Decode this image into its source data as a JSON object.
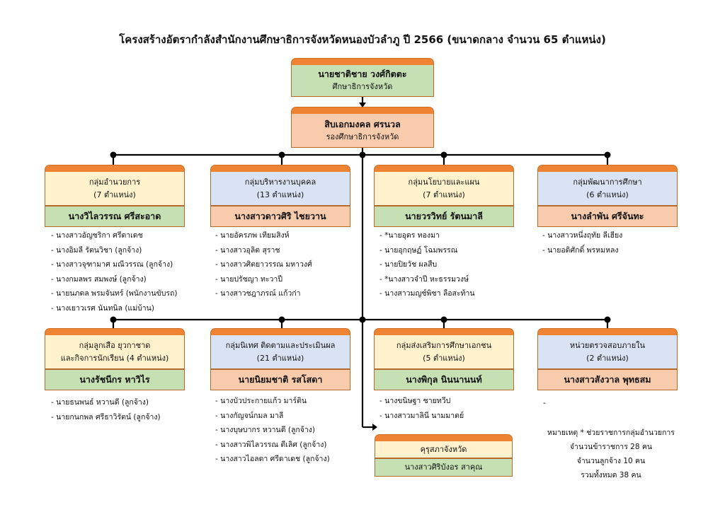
{
  "title": "โครงสร้างอัตรากำลังสำนักงานศึกษาธิการจังหวัดหนองบัวลำภู ปี 2566 (ขนาดกลาง จำนวน 65 ตำแหน่ง)",
  "director": {
    "name": "นายชาติชาย วงศ์กิตตะ",
    "role": "ศึกษาธิการจังหวัด"
  },
  "deputy": {
    "name": "สิบเอกมงคล ศรนวล",
    "role": "รองศึกษาธิการจังหวัด"
  },
  "groups": [
    {
      "title": "กลุ่มอำนวยการ",
      "count": "(7 ตำแหน่ง)",
      "head": "นางวิไลวรรณ ศรีสะอาด",
      "members": [
        "นางสาวอัญชริกา ศรีดาเดช",
        "นางอิมลี รัตนวิชา (ลูกจ้าง)",
        "นางสาวจุฑามาศ มณีวรรณ (ลูกจ้าง)",
        "นางกมลพร สมพงษ์ (ลูกจ้าง)",
        "นายนภดล พรมจันทร์ (พนักงานขับรถ)",
        "นางเยาวเรศ นันทนิล (แม่บ้าน)"
      ]
    },
    {
      "title": "กลุ่มบริหารงานบุคคล",
      "count": "(13 ตำแหน่ง)",
      "head": "นางสาวดาวศิริ ไชยวาน",
      "members": [
        "นายอัครภพ เทียมสิงห์",
        "นางสาวอุลิต สุราช",
        "นางสาวศิตยาวรรณ มหาวงศ์",
        "นายปรัชญา ทะวาปี",
        "นางสาวชฎาภรณ์ แก้วก่า"
      ]
    },
    {
      "title": "กลุ่มนโยบายและแผน",
      "count": "(7 ตำแหน่ง)",
      "head": "นายวรวิทย์ รัตนมาลี",
      "members": [
        "*นายอุดร ทองมา",
        "นายอุกฤษฏ์ โฉมพรรณ",
        "นายปิยวัช ผลสืบ",
        "*นางสาวจำปี หะธรรมวงษ์",
        "นางสาวมญช์พิชา ลือสะท้าน"
      ]
    },
    {
      "title": "กลุ่มพัฒนาการศึกษา",
      "count": "(6 ตำแหน่ง)",
      "head": "นางลำพัน ศรีจันทะ",
      "members": [
        "นางสาวหนึ่งฤทัย ลีเฮียง",
        "นายอดิศักดิ์ พรหมหลง"
      ]
    },
    {
      "title": "กลุ่มลูกเสือ ยุวกาชาด",
      "title2": "และกิจการนักเรียน (4 ตำแหน่ง)",
      "head": "นางรัชนีกร หาวิไร",
      "members": [
        "นายธนพนธ์ หวานดี (ลูกจ้าง)",
        "นายกนกพล ศรีธาวิรัตน์ (ลูกจ้าง)"
      ]
    },
    {
      "title": "กลุ่มนิเทศ ติดตามและประเมินผล",
      "count": "(21 ตำแหน่ง)",
      "head": "นายนิยมชาติ รสโสดา",
      "members": [
        "นางบัวประกายแก้ว มาร์ติน",
        "นางกัญจน์กมล มาลี",
        "นางบุษบากร หวานดี (ลูกจ้าง)",
        "นางสาวพิไลวรรณ ตีเลิศ (ลูกจ้าง)",
        "นางสาวไอลดา ศรีดาเดช (ลูกจ้าง)"
      ]
    },
    {
      "title": "กลุ่มส่งเสริมการศึกษาเอกชน",
      "count": "(5 ตำแหน่ง)",
      "head": "นางพิกุล นินนานนท์",
      "members": [
        "นางขนิษฐา ชายทวีป",
        "นางสาวมาลินี นามมาตย์"
      ]
    },
    {
      "title": "หน่วยตรวจสอบภายใน",
      "count": "(2 ตำแหน่ง)",
      "head": "นางสาวสังวาล พุทธสม",
      "members": []
    }
  ],
  "empty_marker": "-",
  "council": {
    "title": "คุรุสภาจังหวัด",
    "head": "นางสาวศิริบังอร สาคุณ"
  },
  "note": {
    "line1": "หมายเหตุ * ช่วยราชการกลุ่มอำนวยการ",
    "line2": "จำนวนข้าราชการ 28 คน",
    "line3": "จำนวนลูกจ้าง 10 คน",
    "line4": "รวมทั้งหมด 38 คน"
  },
  "colors": {
    "tab": "#ee8433",
    "yellow": "#fff2cc",
    "blue": "#dae3f3",
    "green": "#c6e0b4",
    "orange": "#f8cbad",
    "line": "#000000"
  }
}
